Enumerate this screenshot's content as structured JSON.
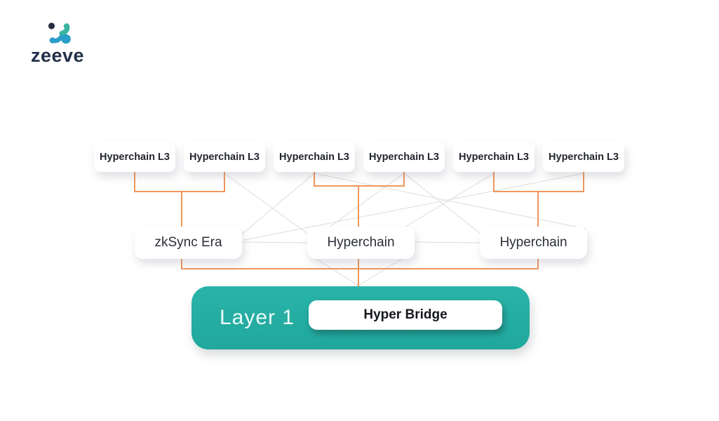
{
  "logo": {
    "brand": "zeeve"
  },
  "diagram": {
    "top_row": [
      {
        "label": "Hyperchain L3"
      },
      {
        "label": "Hyperchain L3"
      },
      {
        "label": "Hyperchain L3"
      },
      {
        "label": "Hyperchain L3"
      },
      {
        "label": "Hyperchain L3"
      },
      {
        "label": "Hyperchain L3"
      }
    ],
    "middle_row": [
      {
        "label": "zkSync Era"
      },
      {
        "label": "Hyperchain"
      },
      {
        "label": "Hyperchain"
      }
    ],
    "layer1": {
      "label": "Layer 1",
      "bridge_label": "Hyper Bridge"
    }
  },
  "colors": {
    "teal_box": "#25b0a5",
    "orange_connector": "#f0975c",
    "gray_connector": "#dcdcdc",
    "logo_navy": "#22304a",
    "logo_teal": "#3ab5a0",
    "logo_blue": "#2b9fc9",
    "text_dark": "#23262e"
  }
}
